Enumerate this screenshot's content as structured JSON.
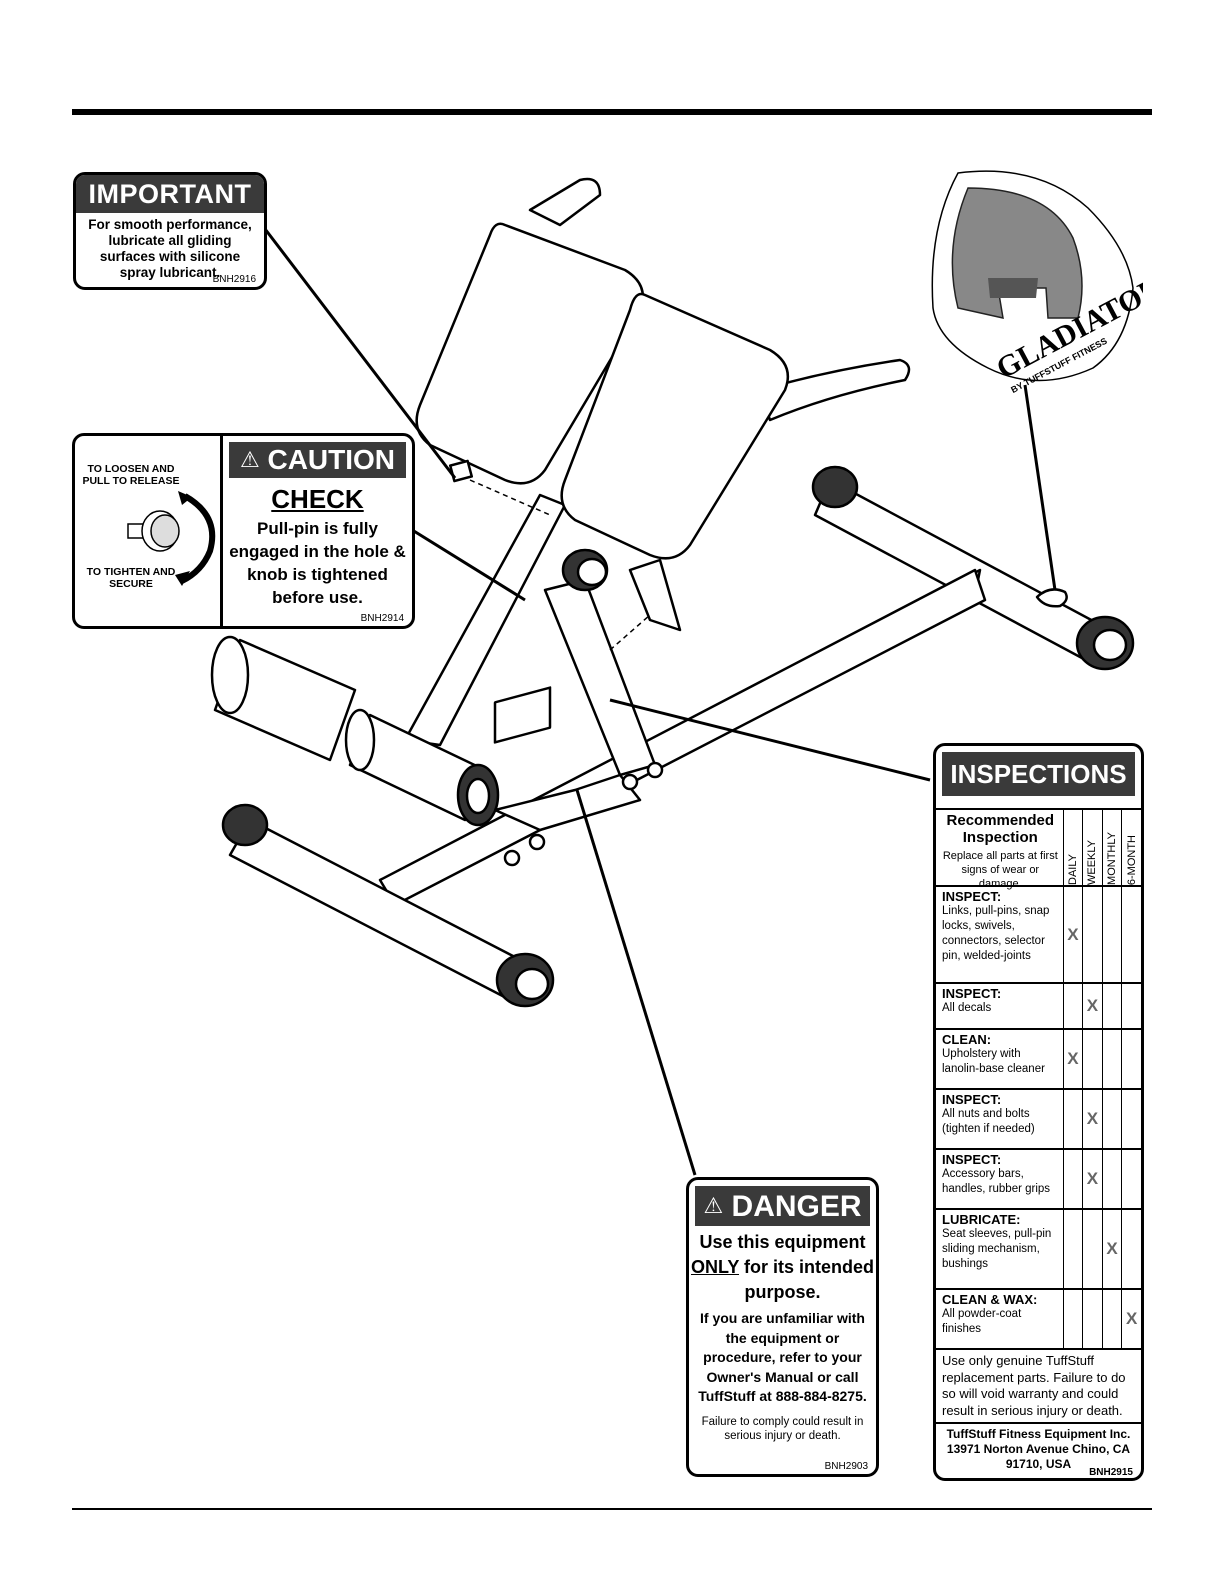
{
  "important": {
    "title": "IMPORTANT",
    "text": "For smooth performance, lubricate all gliding surfaces with silicone spray lubricant.",
    "code": "BNH2916"
  },
  "caution": {
    "loosen": "TO LOOSEN AND PULL TO RELEASE",
    "tighten": "TO TIGHTEN AND SECURE",
    "title": "CAUTION",
    "check": "CHECK",
    "message": "Pull-pin is fully engaged in the hole & knob is tightened before use.",
    "code": "BNH2914"
  },
  "danger": {
    "title": "DANGER",
    "line1_a": "Use this equipment",
    "line1_only": "ONLY",
    "line1_b": " for its intended purpose.",
    "line2": "If you are unfamiliar with the equipment or procedure, refer to your Owner's Manual or call TuffStuff at 888-884-8275.",
    "line3": "Failure to comply could result in serious injury or death.",
    "code": "BNH2903"
  },
  "logo": {
    "word": "GLADIATOR",
    "by": "BY TUFFSTUFF FITNESS"
  },
  "inspections": {
    "title": "INSPECTIONS",
    "header_title": "Recommended Inspection",
    "header_sub": "Replace all parts at first signs of wear or damage.",
    "columns": [
      "DAILY",
      "WEEKLY",
      "MONTHLY",
      "6-MONTH"
    ],
    "rows": [
      {
        "label": "INSPECT:",
        "text": "Links, pull-pins, snap locks, swivels, connectors, selector pin, welded-joints",
        "marks": [
          "X",
          "",
          "",
          ""
        ]
      },
      {
        "label": "INSPECT:",
        "text": "All decals",
        "marks": [
          "",
          "X",
          "",
          ""
        ]
      },
      {
        "label": "CLEAN:",
        "text": "Upholstery with lanolin-base cleaner",
        "marks": [
          "X",
          "",
          "",
          ""
        ]
      },
      {
        "label": "INSPECT:",
        "text": "All nuts and bolts (tighten if needed)",
        "marks": [
          "",
          "X",
          "",
          ""
        ]
      },
      {
        "label": "INSPECT:",
        "text": "Accessory bars, handles, rubber grips",
        "marks": [
          "",
          "X",
          "",
          ""
        ]
      },
      {
        "label": "LUBRICATE:",
        "text": "Seat sleeves, pull-pin sliding mechanism, bushings",
        "marks": [
          "",
          "",
          "X",
          ""
        ]
      },
      {
        "label": "CLEAN & WAX:",
        "text": "All powder-coat finishes",
        "marks": [
          "",
          "",
          "",
          "X"
        ]
      }
    ],
    "footer": "Use only genuine TuffStuff replacement parts. Failure to do so will void warranty and could result in serious injury or death.",
    "address": "TuffStuff Fitness Equipment Inc. 13971 Norton Avenue Chino, CA 91710, USA",
    "code": "BNH2915"
  }
}
